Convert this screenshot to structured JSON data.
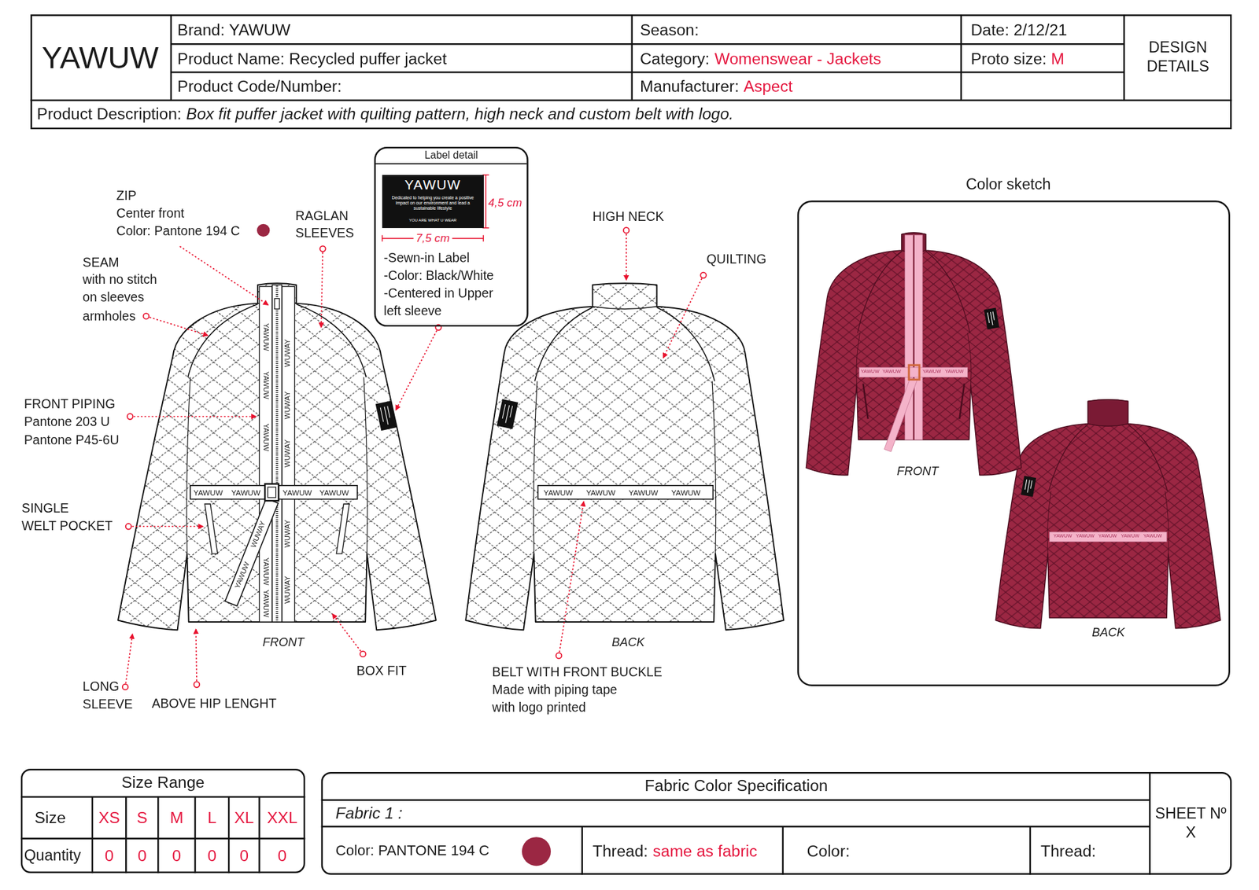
{
  "diagram": {
    "nodes": [
      {
        "text": [
          "YAWUW",
          "Brand: YAWUW",
          "Season:",
          "Date: 2/12/21",
          "DESIGN DETAILS",
          "Product Name: Recycled puffer jacket",
          "Category:",
          "Womenswear - Jackets",
          "Proto size:",
          "M",
          "Product Code/Number:",
          "Manufacturer:",
          "Aspect",
          "Product Description:",
          "Box fit puffer jacket with quilting pattern, high neck and custom belt with logo."
        ]
      },
      {
        "text": [
          "Label detail",
          "-Sewn-in Label",
          "-Color: Black/White",
          "-Centered in Upper left sleeve"
        ]
      },
      {
        "text": [
          "YAWUW",
          "Dedicated to helping you create a positive impact on our environment and lead a sustainable lifestyle",
          "YOU ARE WHAT U WEAR"
        ],
        "in": 1
      },
      {
        "text": [
          "Color sketch",
          "FRONT",
          "BACK"
        ]
      },
      {
        "text": [
          "Size Range",
          "Size",
          "XS",
          "S",
          "M",
          "L",
          "XL",
          "XXL",
          "Quantity",
          "0",
          "0",
          "0",
          "0",
          "0",
          "0"
        ]
      },
      {
        "text": [
          "Fabric Color Specification",
          "Fabric 1 :",
          "Color: PANTONE 194 C",
          "Thread:",
          "same as fabric",
          "Color:",
          "Thread:",
          "SHEET Nº X"
        ]
      }
    ],
    "labels": [
      "ZIP",
      "Center front",
      "Color: Pantone 194 C",
      "RAGLAN SLEEVES",
      "SEAM",
      "with no stitch on sleeves armholes",
      "FRONT PIPING",
      "Pantone 203 U",
      "Pantone P45-6U",
      "SINGLE",
      "WELT POCKET",
      "LONG SLEEVE",
      "ABOVE HIP LENGHT",
      "BOX FIT",
      "FRONT",
      "4,5 cm",
      "7,5 cm",
      "HIGH NECK",
      "QUILTING",
      "BACK",
      "BELT WITH FRONT BUCKLE",
      "Made with piping tape with logo printed",
      "YAWUW",
      "YAWUW",
      "YAWUW",
      "YAWUW",
      "WUWAY",
      "YAWUW",
      "YAWUW",
      "YAWUW",
      "YAWUW",
      "YAWUW",
      "YAWUW",
      "WUWAY",
      "WUWAY",
      "WUWAY",
      "WUWAY",
      "WUWAY",
      "YAWUW",
      "YAWUW",
      "YAWUW",
      "YAWUW",
      "YAWUW",
      "YAWUW",
      "YAWUW",
      "YAWUW",
      "YAWUW",
      "YAWUW",
      "YAWUW",
      "YAWUW",
      "YAWUW"
    ]
  }
}
